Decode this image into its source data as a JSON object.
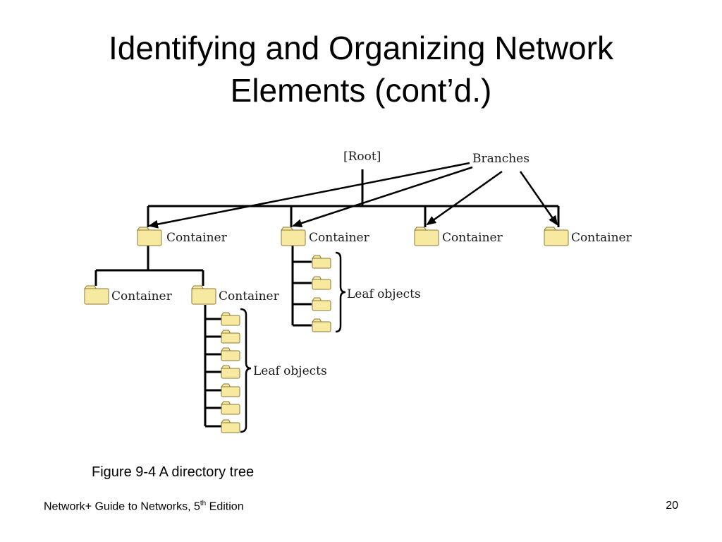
{
  "slide": {
    "title_line1": "Identifying and Organizing Network",
    "title_line2": "Elements (cont’d.)",
    "caption": "Figure 9-4 A directory tree",
    "footer_text": "Network+ Guide to Networks, 5",
    "footer_sup": "th",
    "footer_suffix": " Edition",
    "page_number": "20"
  },
  "diagram": {
    "root_label": "[Root]",
    "branches_label": "Branches",
    "container_label": "Container",
    "leaf_label": "Leaf objects",
    "colors": {
      "folder_fill": "#f7e9a0",
      "folder_stroke": "#8a7a3a",
      "line": "#000000"
    },
    "icons": {
      "folder": "folder-icon",
      "arrow": "arrow-icon",
      "brace": "right-brace"
    },
    "tree": {
      "top_containers": 4,
      "sub_containers_of_first": 2,
      "leaf_count_second_container": 4,
      "leaf_count_sub_container": 7
    }
  }
}
